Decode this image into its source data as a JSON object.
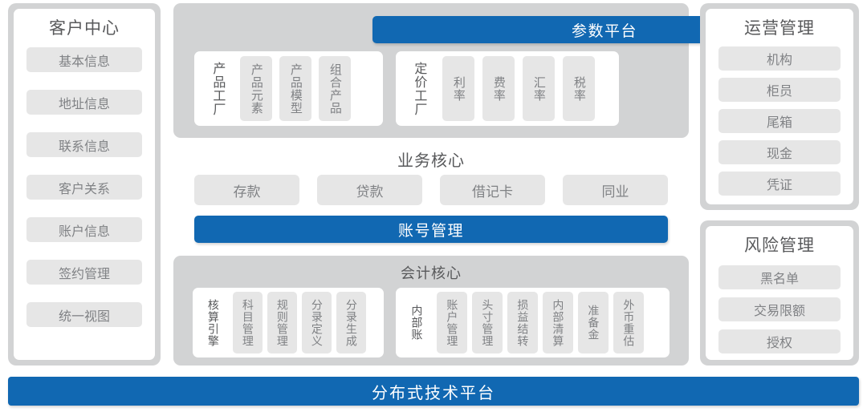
{
  "colors": {
    "blue": "#1168b2",
    "frame_grey": "#d2d3d4",
    "pill_grey": "#e6e6e6",
    "title_text": "#58595b",
    "pill_text": "#808285",
    "white": "#ffffff"
  },
  "left_card": {
    "title": "客户中心",
    "items": [
      {
        "label": "基本信息"
      },
      {
        "label": "地址信息"
      },
      {
        "label": "联系信息"
      },
      {
        "label": "客户关系"
      },
      {
        "label": "账户信息"
      },
      {
        "label": "签约管理"
      },
      {
        "label": "统一视图"
      }
    ]
  },
  "center": {
    "param_platform": {
      "bar_label": "参数平台",
      "groups": [
        {
          "label": "产品工厂",
          "items": [
            {
              "label": "产品元素"
            },
            {
              "label": "产品模型"
            },
            {
              "label": "组合产品"
            }
          ]
        },
        {
          "label": "定价工厂",
          "items": [
            {
              "label": "利率"
            },
            {
              "label": "费率"
            },
            {
              "label": "汇率"
            },
            {
              "label": "税率"
            }
          ]
        }
      ]
    },
    "business_core": {
      "title": "业务核心",
      "items": [
        {
          "label": "存款"
        },
        {
          "label": "贷款"
        },
        {
          "label": "借记卡"
        },
        {
          "label": "同业"
        }
      ],
      "bar_label": "账号管理"
    },
    "accounting_core": {
      "title": "会计核心",
      "groups": [
        {
          "label": "核算引擎",
          "items": [
            {
              "label": "科目管理"
            },
            {
              "label": "规则管理"
            },
            {
              "label": "分录定义"
            },
            {
              "label": "分录生成"
            }
          ]
        },
        {
          "label": "内部账",
          "items": [
            {
              "label": "账户管理"
            },
            {
              "label": "头寸管理"
            },
            {
              "label": "损益结转"
            },
            {
              "label": "内部清算"
            },
            {
              "label": "准备金"
            },
            {
              "label": "外币重估"
            }
          ]
        }
      ]
    }
  },
  "right_cards": [
    {
      "title": "运营管理",
      "items": [
        {
          "label": "机构"
        },
        {
          "label": "柜员"
        },
        {
          "label": "尾箱"
        },
        {
          "label": "现金"
        },
        {
          "label": "凭证"
        }
      ]
    },
    {
      "title": "风险管理",
      "items": [
        {
          "label": "黑名单"
        },
        {
          "label": "交易限额"
        },
        {
          "label": "授权"
        }
      ]
    }
  ],
  "bottom_bar": {
    "label": "分布式技术平台"
  }
}
